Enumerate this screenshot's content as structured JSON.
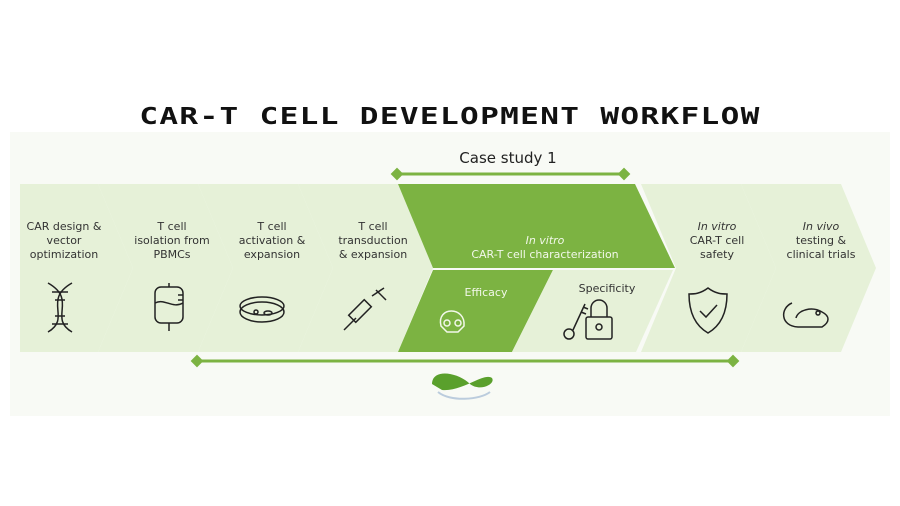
{
  "title": "CAR-T CELL DEVELOPMENT WORKFLOW",
  "case_study": "Case study 1",
  "colors": {
    "light": "#e6f1d8",
    "dark": "#7cb342",
    "line": "#7cb342"
  },
  "steps": [
    {
      "lines": [
        "CAR design &",
        "vector",
        "optimization"
      ],
      "icon": "dna-icon"
    },
    {
      "lines": [
        "T cell",
        "isolation from",
        "PBMCs"
      ],
      "icon": "blood-bag-icon"
    },
    {
      "lines": [
        "T cell",
        "activation &",
        "expansion"
      ],
      "icon": "petri-dish-icon"
    },
    {
      "lines": [
        "T cell",
        "transduction",
        "& expansion"
      ],
      "icon": "syringe-icon"
    },
    {
      "italic": "In vitro",
      "lines": [
        "CAR-T cell characterization"
      ]
    },
    {
      "italic": "In vitro",
      "lines": [
        "CAR-T cell",
        "safety"
      ],
      "icon": "shield-check-icon"
    },
    {
      "italic": "In vivo",
      "lines": [
        "testing &",
        "clinical trials"
      ],
      "icon": "mouse-icon"
    }
  ],
  "substeps": [
    {
      "label": "Efficacy",
      "icon": "skull-icon"
    },
    {
      "label": "Specificity",
      "icon": "key-lock-icon"
    }
  ]
}
